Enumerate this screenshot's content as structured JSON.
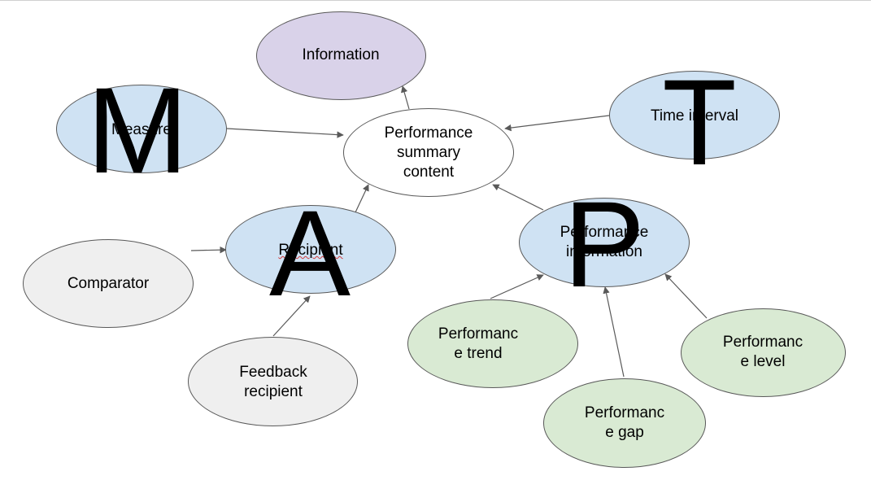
{
  "nodes": {
    "information": {
      "label": "Information",
      "fill": "#d9d2e9"
    },
    "measure": {
      "label": "Measure",
      "fill": "#cfe2f3"
    },
    "time_interval": {
      "label": "Time interval",
      "fill": "#cfe2f3"
    },
    "summary": {
      "line1": "Performance",
      "line2": "summary",
      "line3": "content",
      "fill": "#ffffff"
    },
    "comparator": {
      "label": "Comparator",
      "fill": "#efefef"
    },
    "recipient": {
      "label": "Recipient",
      "fill": "#cfe2f3"
    },
    "perf_info": {
      "line1": "Performance",
      "line2": "information",
      "fill": "#cfe2f3"
    },
    "feedback": {
      "line1": "Feedback",
      "line2": "recipient",
      "fill": "#efefef"
    },
    "perf_trend": {
      "line1": "Performanc",
      "line2": "e trend",
      "fill": "#d9ead3"
    },
    "perf_level": {
      "line1": "Performanc",
      "line2": "e level",
      "fill": "#d9ead3"
    },
    "perf_gap": {
      "line1": "Performanc",
      "line2": "e gap",
      "fill": "#d9ead3"
    }
  },
  "letters": {
    "m": "M",
    "t": "T",
    "a": "A",
    "p": "P"
  },
  "colors": {
    "line": "#595959"
  }
}
